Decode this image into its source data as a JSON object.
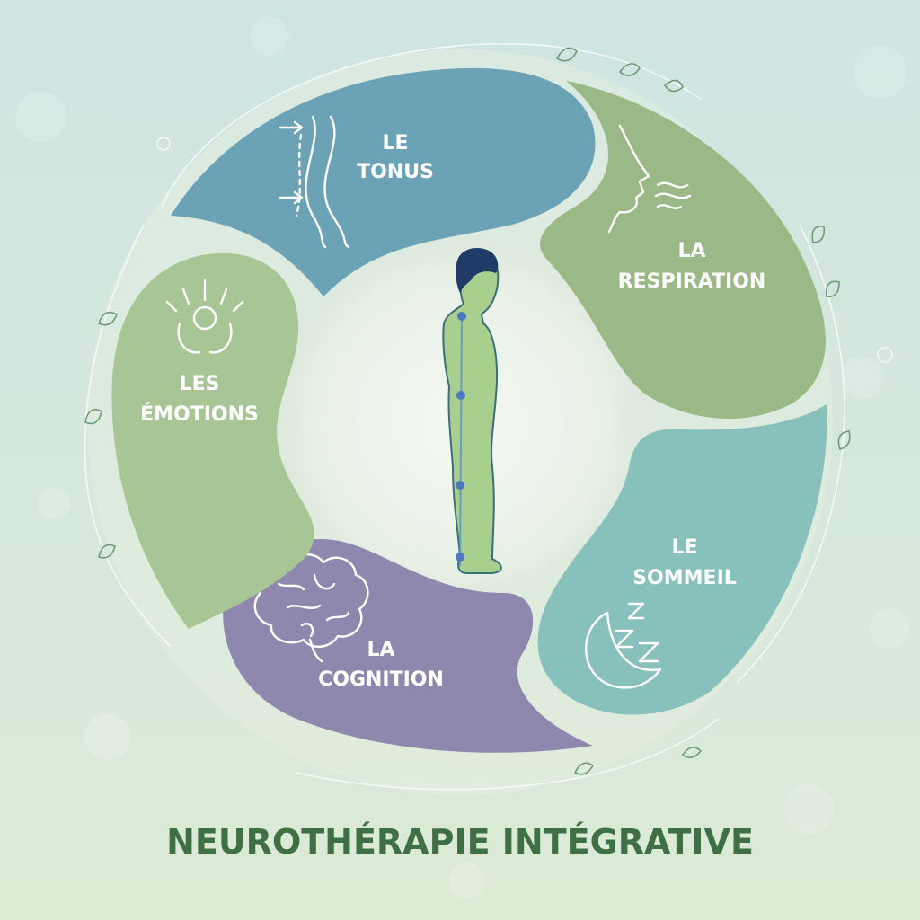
{
  "title": "NEUROTHÉRAPIE INTÉGRATIVE",
  "center_figure": "standing-human-profile",
  "segments": [
    {
      "id": "tonus",
      "line1": "LE",
      "line2": "TONUS",
      "icon": "spine-posture-icon",
      "color": "#6ba2b6"
    },
    {
      "id": "respiration",
      "line1": "LA",
      "line2": "RESPIRATION",
      "icon": "breathing-face-icon",
      "color": "#9bb986"
    },
    {
      "id": "sommeil",
      "line1": "LE",
      "line2": "SOMMEIL",
      "icon": "moon-zzz-icon",
      "color": "#88c1bc"
    },
    {
      "id": "cognition",
      "line1": "LA",
      "line2": "COGNITION",
      "icon": "brain-icon",
      "color": "#8e88ae"
    },
    {
      "id": "emotions",
      "line1": "LES",
      "line2": "ÉMOTIONS",
      "icon": "emotion-burst-icon",
      "color": "#a8c595"
    }
  ],
  "colors": {
    "background_top": "#cfe3e2",
    "background_bottom": "#dcebd6",
    "title": "#3f6f45",
    "figure_body": "#a9cf8f",
    "figure_outline": "#3a6f7c",
    "figure_hair": "#1f3b66",
    "figure_points": "#4a78c2"
  }
}
